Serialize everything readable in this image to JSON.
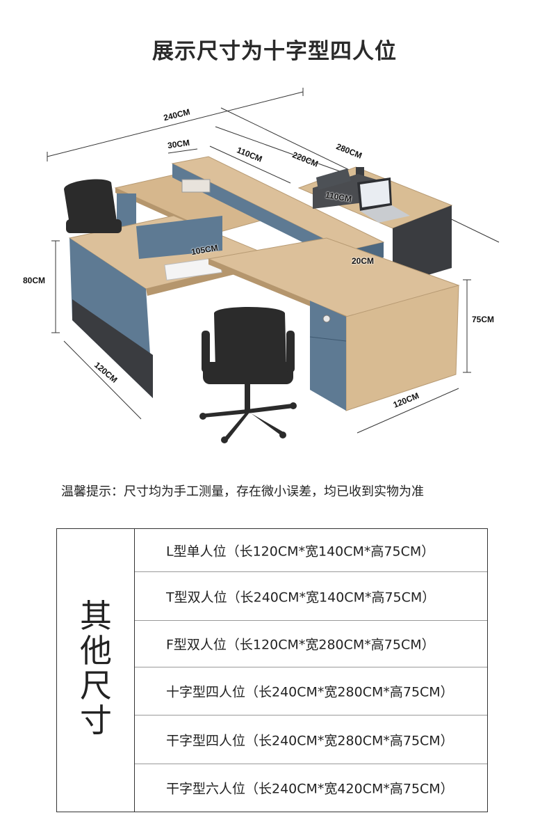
{
  "title": "展示尺寸为十字型四人位",
  "dimensions": {
    "d240": "240CM",
    "d30": "30CM",
    "d110a": "110CM",
    "d220": "220CM",
    "d280": "280CM",
    "d110b": "110CM",
    "d105": "105CM",
    "d20": "20CM",
    "d80": "80CM",
    "d75": "75CM",
    "d120a": "120CM",
    "d120b": "120CM"
  },
  "note": "温馨提示：尺寸均为手工测量，存在微小误差，均已收到实物为准",
  "table": {
    "side_label": "其他尺寸",
    "rows": [
      "L型单人位（长120CM*宽140CM*高75CM）",
      "T型双人位（长240CM*宽140CM*高75CM）",
      "F型双人位（长120CM*宽280CM*高75CM）",
      "十字型四人位（长240CM*宽280CM*高75CM）",
      "干字型四人位（长240CM*宽280CM*高75CM）",
      "干字型六人位（长240CM*宽420CM*高75CM）"
    ]
  },
  "colors": {
    "wood": "#dcc09a",
    "blue_panel": "#5e7a93",
    "dark_frame": "#3a3c40",
    "chair": "#2b2b2b"
  }
}
